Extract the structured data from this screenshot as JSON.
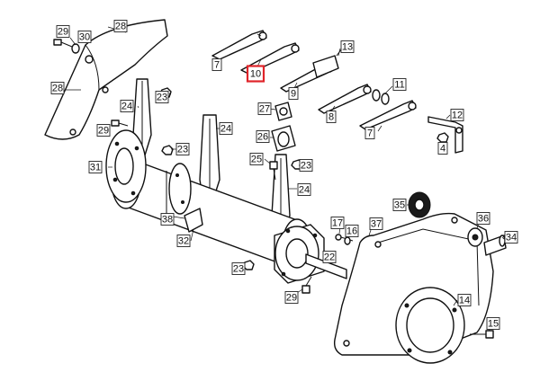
{
  "diagram": {
    "highlight_color": "#e0242a",
    "highlighted_part": "10",
    "labels": [
      "29",
      "30",
      "28",
      "28",
      "24",
      "23",
      "24",
      "29",
      "31",
      "23",
      "38",
      "32",
      "23",
      "29",
      "7",
      "10",
      "9",
      "13",
      "27",
      "26",
      "25",
      "23",
      "24",
      "8",
      "11",
      "12",
      "7",
      "4",
      "35",
      "37",
      "17",
      "16",
      "36",
      "34",
      "22",
      "14",
      "15"
    ]
  }
}
